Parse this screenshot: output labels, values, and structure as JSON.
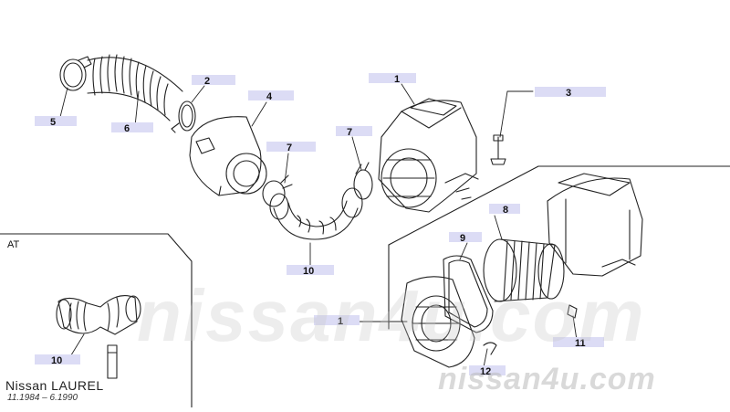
{
  "diagram": {
    "callouts": [
      {
        "id": "c5a",
        "label": "5"
      },
      {
        "id": "c6",
        "label": "6"
      },
      {
        "id": "c2",
        "label": "2"
      },
      {
        "id": "c4",
        "label": "4"
      },
      {
        "id": "c1a",
        "label": "1"
      },
      {
        "id": "c3",
        "label": "3"
      },
      {
        "id": "c7a",
        "label": "7"
      },
      {
        "id": "c7b",
        "label": "7"
      },
      {
        "id": "c10a",
        "label": "10"
      },
      {
        "id": "c8",
        "label": "8"
      },
      {
        "id": "c9",
        "label": "9"
      },
      {
        "id": "c1b",
        "label": "1"
      },
      {
        "id": "c11",
        "label": "11"
      },
      {
        "id": "c12",
        "label": "12"
      },
      {
        "id": "c10b",
        "label": "10"
      }
    ],
    "label_color": "#dcdcf5",
    "section_label": "AT"
  },
  "caption": {
    "model": "Nissan LAUREL",
    "years": "11.1984 – 6.1990"
  },
  "watermark": {
    "center": "nissan4u.com",
    "bottom": "nissan4u.com"
  }
}
